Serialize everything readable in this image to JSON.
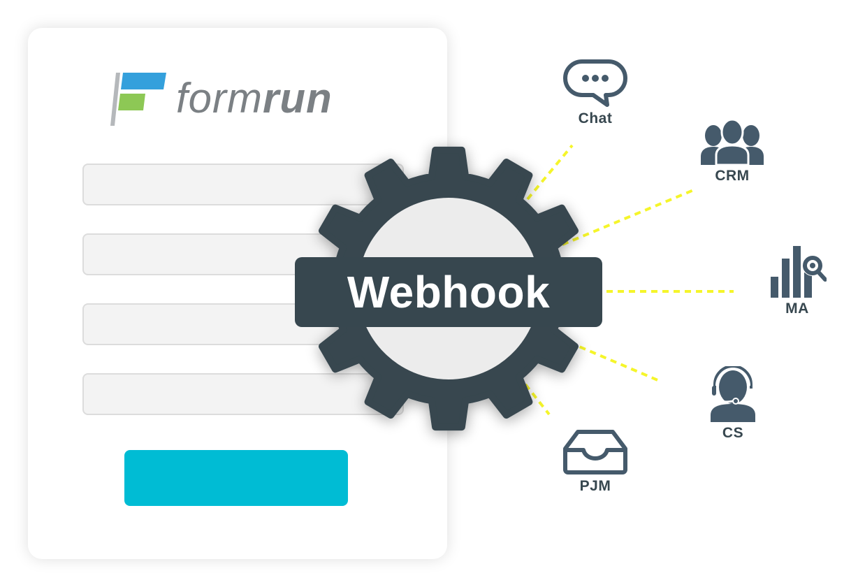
{
  "brand": {
    "name_light": "form",
    "name_bold": "run",
    "colors": {
      "flag_blue": "#34a0dc",
      "flag_green": "#8dc855",
      "pole": "#b5b8bb",
      "text": "#7b8084"
    }
  },
  "form": {
    "fields": [
      {
        "value": "",
        "placeholder": ""
      },
      {
        "value": "",
        "placeholder": ""
      },
      {
        "value": "",
        "placeholder": ""
      },
      {
        "value": "",
        "placeholder": ""
      }
    ],
    "submit_label": "",
    "submit_color": "#00bcd4"
  },
  "hub": {
    "label": "Webhook",
    "gear_color": "#37474f",
    "inner_color": "#ececec",
    "connector_color": "#f5f52a"
  },
  "services": [
    {
      "label": "Chat",
      "icon": "chat-bubble-icon"
    },
    {
      "label": "CRM",
      "icon": "people-group-icon"
    },
    {
      "label": "MA",
      "icon": "bar-chart-search-icon"
    },
    {
      "label": "CS",
      "icon": "headset-operator-icon"
    },
    {
      "label": "PJM",
      "icon": "inbox-tray-icon"
    }
  ],
  "icon_color": "#455a6b"
}
